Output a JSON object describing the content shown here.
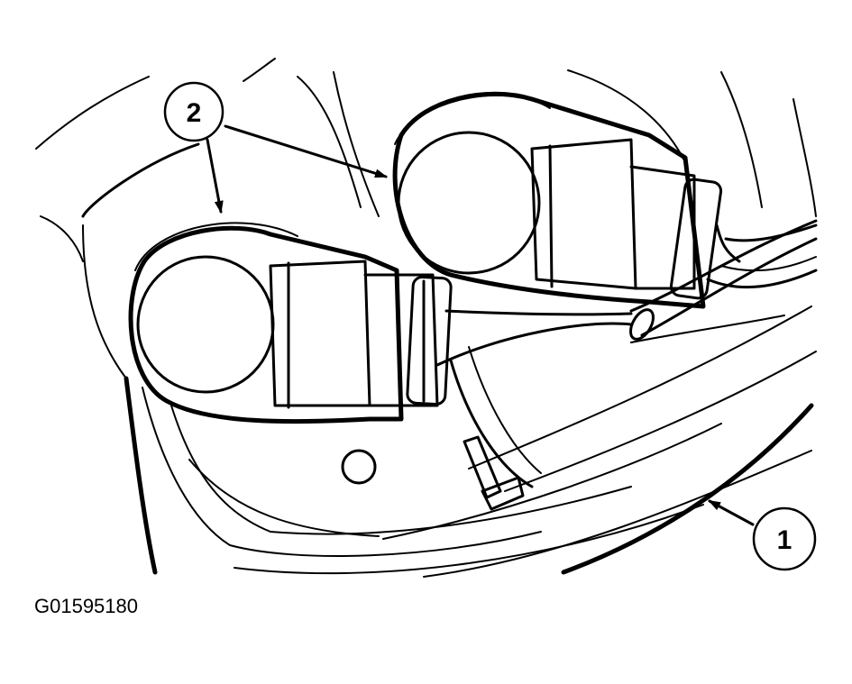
{
  "callouts": [
    {
      "label": "2"
    },
    {
      "label": "1"
    }
  ],
  "figure_id": "G01595180"
}
